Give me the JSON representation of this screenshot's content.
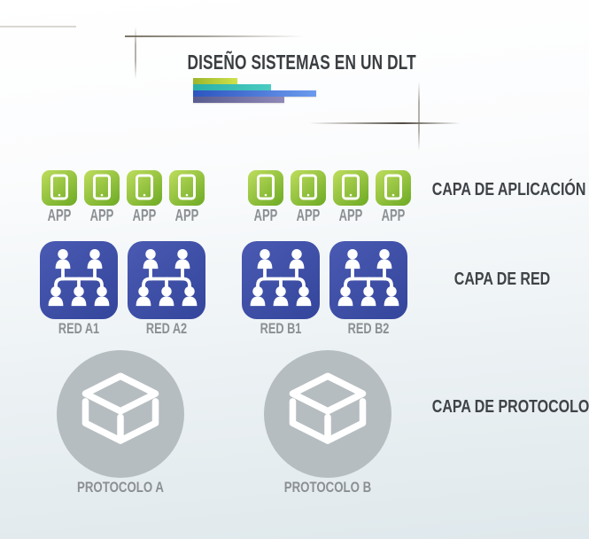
{
  "title": "DISEÑO SISTEMAS EN UN DLT",
  "title_bars": {
    "green": "#b1cf3b",
    "teal": "#35b9b1",
    "blue": "#4673d6",
    "purple": "#6f699f"
  },
  "layers": {
    "application": {
      "label": "CAPA DE APLICACIÓN",
      "icon": "tablet-icon",
      "tile_color": "#8cc63f",
      "group_a": [
        "APP",
        "APP",
        "APP",
        "APP"
      ],
      "group_b": [
        "APP",
        "APP",
        "APP",
        "APP"
      ]
    },
    "network": {
      "label": "CAPA DE RED",
      "icon": "org-chart-icon",
      "tile_color": "#3d4da6",
      "nodes": [
        "RED A1",
        "RED A2",
        "RED B1",
        "RED B2"
      ]
    },
    "protocol": {
      "label": "CAPA DE PROTOCOLO",
      "icon": "cube-icon",
      "tile_color": "#b6bdc0",
      "nodes": [
        "PROTOCOLO A",
        "PROTOCOLO B"
      ]
    }
  },
  "label_color": "#8b8f92",
  "heading_color": "#3f4347"
}
